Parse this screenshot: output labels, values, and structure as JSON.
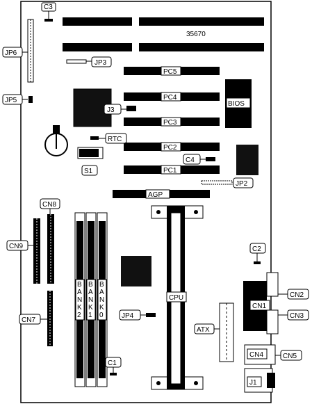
{
  "board_labels": {
    "c3": "C3",
    "jp6": "JP6",
    "jp5": "JP5",
    "jp3": "JP3",
    "number": "35670",
    "pc5": "PC5",
    "pc4": "PC4",
    "pc3": "PC3",
    "pc2": "PC2",
    "pc1": "PC1",
    "bios": "BIOS",
    "j3": "J3",
    "rtc": "RTC",
    "s1": "S1",
    "c4": "C4",
    "jp2": "JP2",
    "agp": "AGP",
    "cn8": "CN8",
    "cn9": "CN9",
    "cn7": "CN7",
    "bank2": [
      "B",
      "A",
      "N",
      "K",
      "2"
    ],
    "bank1": [
      "B",
      "A",
      "N",
      "K",
      "1"
    ],
    "bank0": [
      "B",
      "A",
      "N",
      "K",
      "0"
    ],
    "cpu": "CPU",
    "jp4": "JP4",
    "c1": "C1",
    "c2": "C2",
    "cn1": "CN1",
    "cn2": "CN2",
    "cn3": "CN3",
    "atx": "ATX",
    "cn4": "CN4",
    "cn5": "CN5",
    "j1": "J1"
  }
}
